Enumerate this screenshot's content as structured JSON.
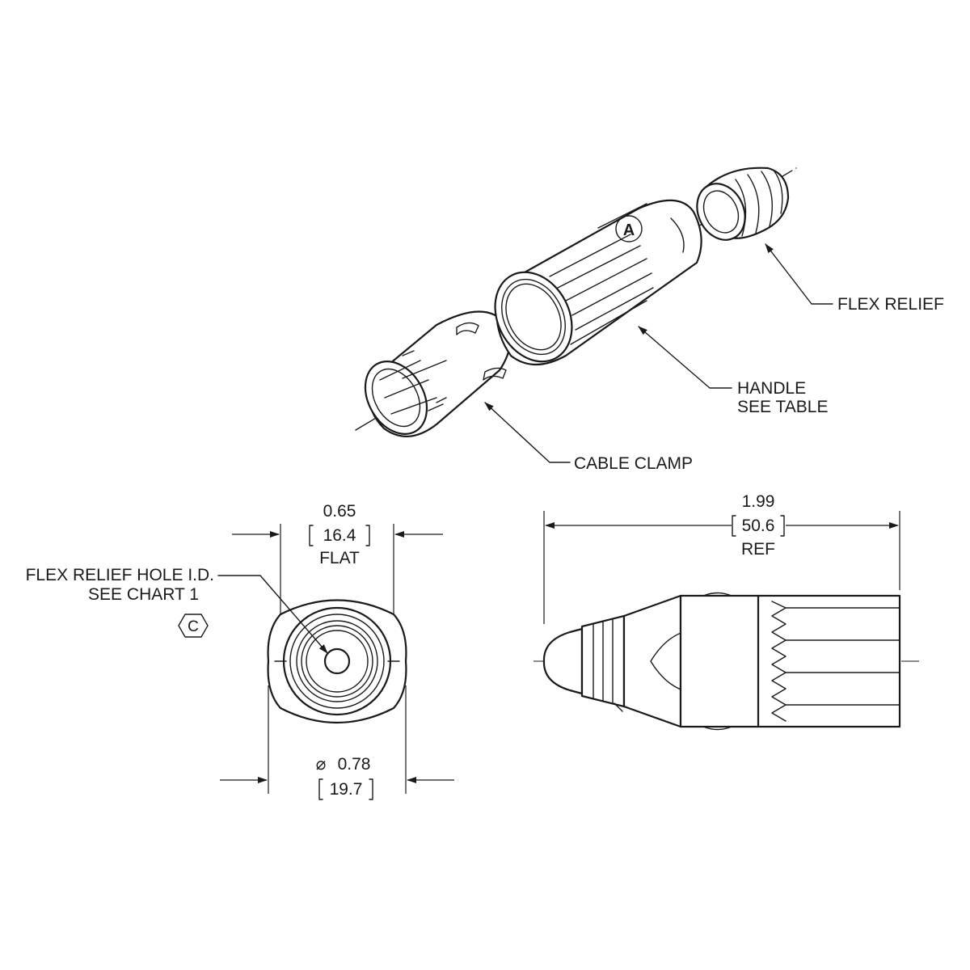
{
  "callouts": {
    "flex_relief": "FLEX RELIEF",
    "handle_line1": "HANDLE",
    "handle_line2": "SEE TABLE",
    "cable_clamp": "CABLE CLAMP",
    "hole_line1": "FLEX RELIEF HOLE I.D.",
    "hole_line2": "SEE CHART 1",
    "hex_tag": "C"
  },
  "dimensions": {
    "flat_inch": "0.65",
    "flat_mm": "16.4",
    "flat_note": "FLAT",
    "dia_symbol": "⌀",
    "dia_inch": "0.78",
    "dia_mm": "19.7",
    "length_inch": "1.99",
    "length_mm": "50.6",
    "length_note": "REF"
  },
  "logo_mark": "A"
}
